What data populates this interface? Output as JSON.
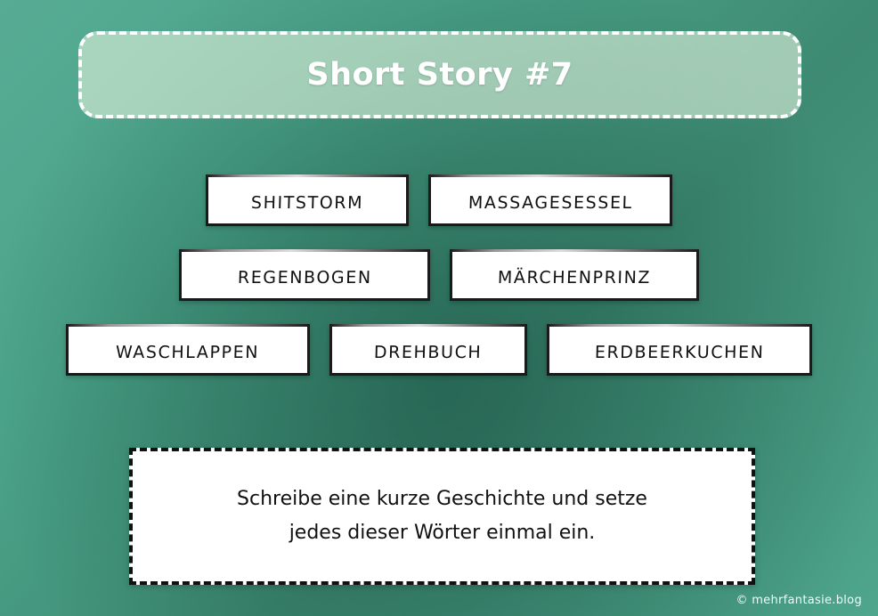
{
  "header": {
    "title": "Short Story #7"
  },
  "words": {
    "rows": [
      [
        {
          "label": "Shitstorm"
        },
        {
          "label": "Massagesessel"
        }
      ],
      [
        {
          "label": "Regenbogen"
        },
        {
          "label": "Märchenprinz"
        }
      ],
      [
        {
          "label": "Waschlappen"
        },
        {
          "label": "Drehbuch"
        },
        {
          "label": "Erdbeerkuchen"
        }
      ]
    ]
  },
  "instruction": {
    "line1": "Schreibe eine kurze Geschichte und setze",
    "line2": "jedes dieser Wörter einmal ein."
  },
  "footer": {
    "credit": "© mehrfantasie.blog"
  },
  "colors": {
    "background_light": "#57ab94",
    "background_dark": "#3e8a72",
    "title_fill": "#def0dc",
    "title_border": "#ffffff",
    "card_fill": "#ffffff",
    "card_border": "#1a1a1a",
    "text_dark": "#111111",
    "text_light": "#ffffff"
  }
}
